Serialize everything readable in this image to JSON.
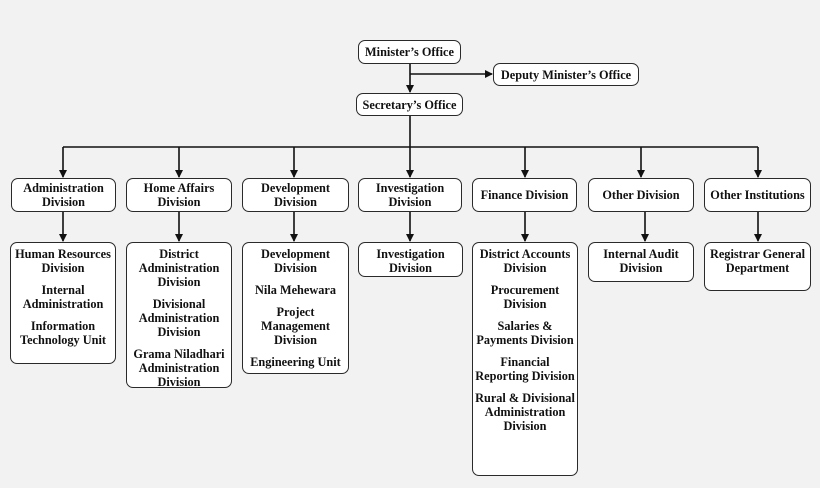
{
  "top": {
    "minister": "Minister’s Office",
    "deputy": "Deputy Minister’s Office",
    "secretary": "Secretary’s Office"
  },
  "divisions": [
    {
      "title": "Administration Division",
      "units": [
        "Human Resources Division",
        "Internal Administration",
        "Information Technology Unit"
      ]
    },
    {
      "title": "Home Affairs Division",
      "units": [
        "District Administration Division",
        "Divisional Administration Division",
        "Grama Niladhari Administration Division"
      ]
    },
    {
      "title": "Development Division",
      "units": [
        "Development Division",
        "Nila Mehewara",
        "Project Management Division",
        "Engineering Unit"
      ]
    },
    {
      "title": "Investigation Division",
      "units": [
        "Investigation Division"
      ]
    },
    {
      "title": "Finance Division",
      "units": [
        "District Accounts Division",
        "Procurement Division",
        "Salaries & Payments Division",
        "Financial Reporting Division",
        "Rural & Divisional Administration Division"
      ]
    },
    {
      "title": "Other Division",
      "units": [
        "Internal Audit Division"
      ]
    },
    {
      "title": "Other Institutions",
      "units": [
        "Registrar General Department"
      ]
    }
  ]
}
